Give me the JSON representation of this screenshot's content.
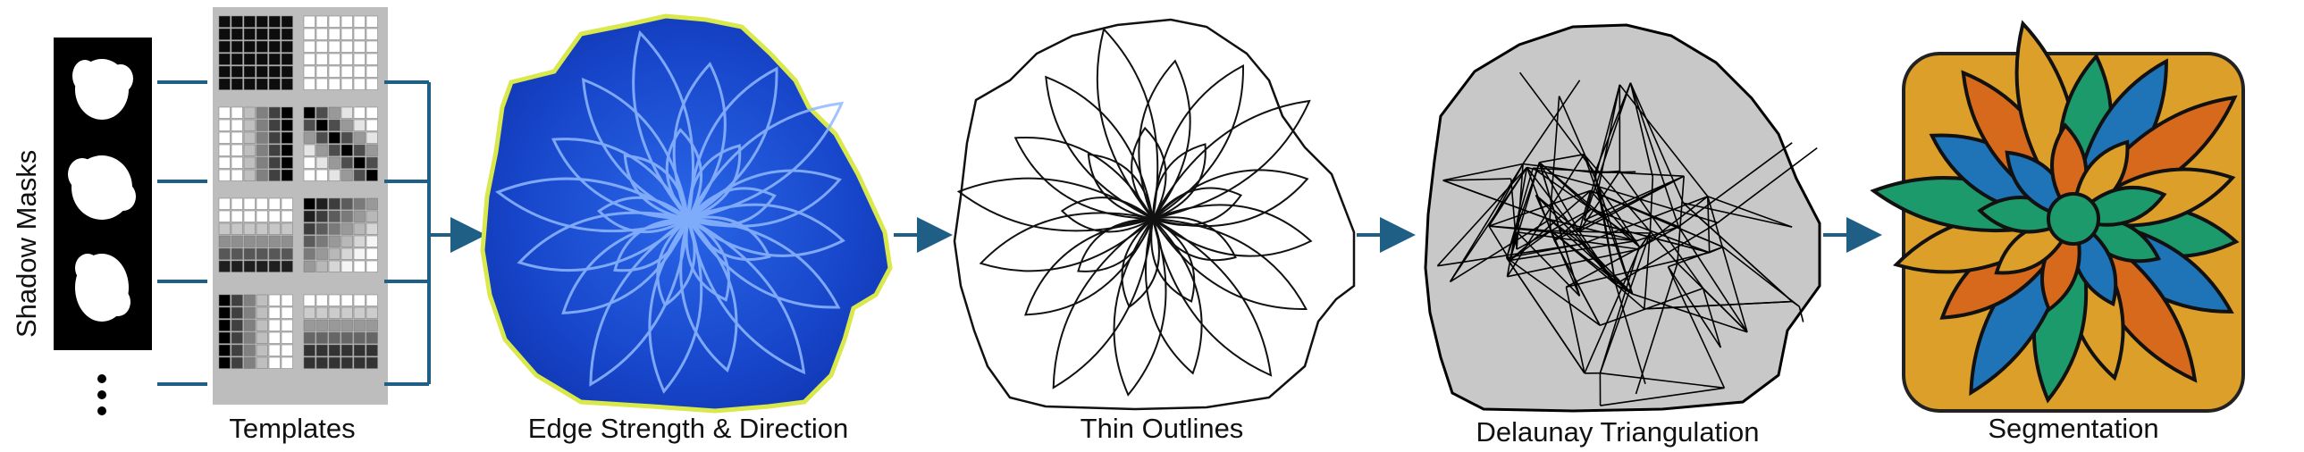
{
  "figure": {
    "shadow_masks_label": "Shadow Masks",
    "templates_label": "Templates",
    "edge_label": "Edge Strength & Direction",
    "outlines_label": "Thin Outlines",
    "delaunay_label": "Delaunay Triangulation",
    "segmentation_label": "Segmentation",
    "colors": {
      "arrow": "#1f5f85",
      "edge_blue": "#1a4fd8",
      "edge_highlight": "#d9e84a",
      "seg_orange": "#d7691c",
      "seg_gold": "#dca02a",
      "seg_green": "#1d9a6c",
      "seg_blue": "#1f74b8",
      "tri_gray": "#c8c8c8"
    }
  }
}
